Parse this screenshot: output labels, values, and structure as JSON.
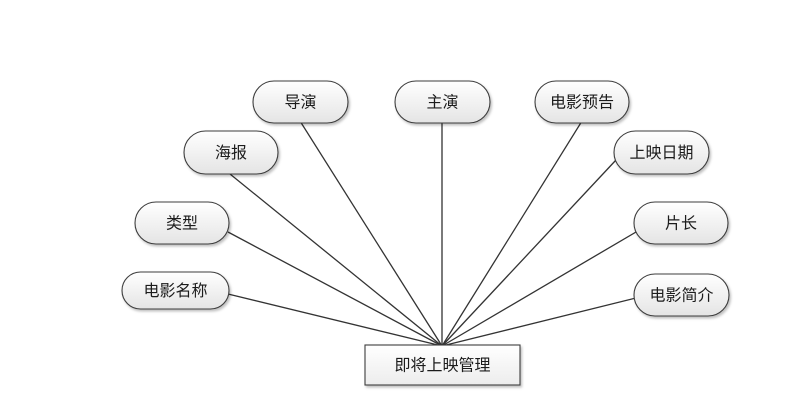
{
  "entity": {
    "label": "即将上映管理"
  },
  "attributes": [
    {
      "id": "director",
      "label": "导演"
    },
    {
      "id": "lead-actor",
      "label": "主演"
    },
    {
      "id": "trailer",
      "label": "电影预告"
    },
    {
      "id": "poster",
      "label": "海报"
    },
    {
      "id": "release-date",
      "label": "上映日期"
    },
    {
      "id": "genre",
      "label": "类型"
    },
    {
      "id": "duration",
      "label": "片长"
    },
    {
      "id": "movie-name",
      "label": "电影名称"
    },
    {
      "id": "synopsis",
      "label": "电影简介"
    }
  ],
  "colors": {
    "line": "#333333",
    "shape_fill_top": "#ffffff",
    "shape_fill_bottom": "#e6e6e6",
    "shape_stroke": "#3c3c3c",
    "text": "#1a1a1a"
  }
}
